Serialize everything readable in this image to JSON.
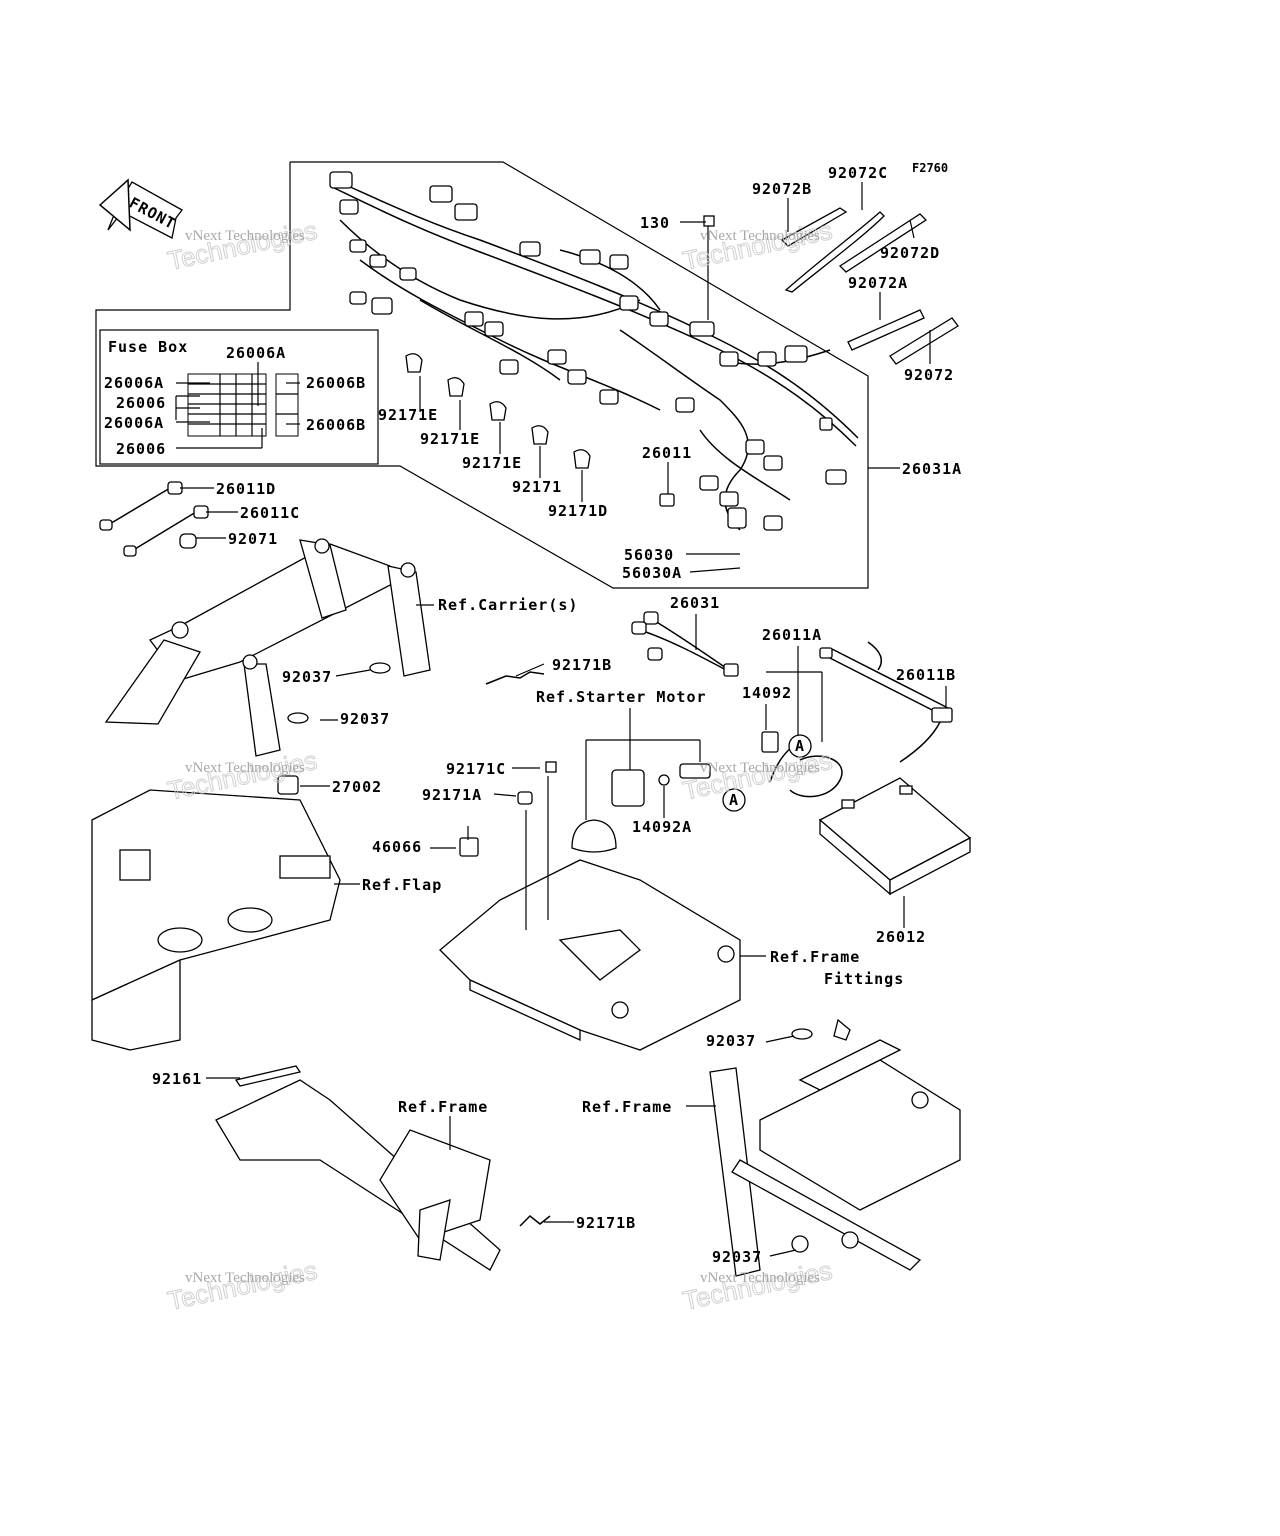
{
  "figure_code": "F2760",
  "front_label": "FRONT",
  "fuse_box_title": "Fuse Box",
  "watermark": {
    "line1": "vNext Technologies",
    "line2": "Technologies"
  },
  "labels": {
    "l130": "130",
    "l92072B": "92072B",
    "l92072C": "92072C",
    "l92072D": "92072D",
    "l92072A": "92072A",
    "l92072": "92072",
    "l26006A_top": "26006A",
    "l26006A_left": "26006A",
    "l26006": "26006",
    "l26006A_mid": "26006A",
    "l26006_bot": "26006",
    "l26006B_top": "26006B",
    "l26006B_bot": "26006B",
    "l92171E_1": "92171E",
    "l92171E_2": "92171E",
    "l92171E_3": "92171E",
    "l92171": "92171",
    "l92171D": "92171D",
    "l26011": "26011",
    "l26031A": "26031A",
    "l56030": "56030",
    "l56030A": "56030A",
    "l26011D": "26011D",
    "l26011C": "26011C",
    "l92071": "92071",
    "lRefCarrier": "Ref.Carrier(s)",
    "l26031": "26031",
    "l26011A": "26011A",
    "l26011B": "26011B",
    "l92037_1": "92037",
    "l92171B_1": "92171B",
    "lRefStarter": "Ref.Starter Motor",
    "l14092": "14092",
    "l92037_2": "92037",
    "l92171C": "92171C",
    "l92171A": "92171A",
    "l27002": "27002",
    "l14092A": "14092A",
    "lA1": "A",
    "lA2": "A",
    "l46066": "46066",
    "lRefFlap": "Ref.Flap",
    "l26012": "26012",
    "lRefFrameFittings1": "Ref.Frame",
    "lRefFrameFittings2": "Fittings",
    "l92037_3": "92037",
    "l92161": "92161",
    "lRefFrame1": "Ref.Frame",
    "lRefFrame2": "Ref.Frame",
    "l92171B_2": "92171B",
    "l92037_4": "92037"
  }
}
